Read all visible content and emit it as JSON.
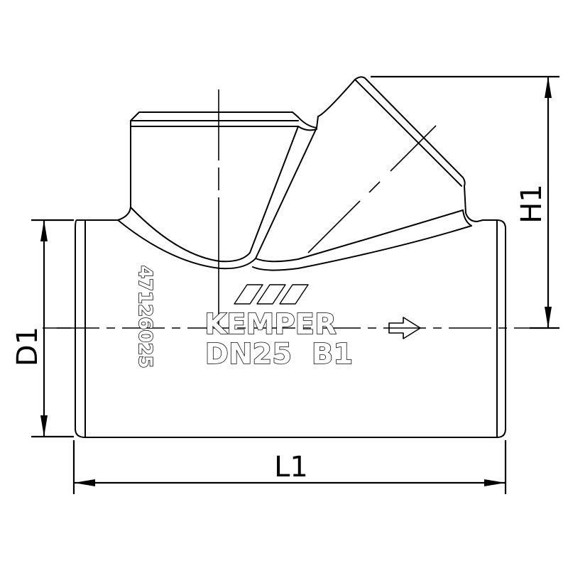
{
  "drawing": {
    "title": "KEMPER tee fitting technical drawing",
    "brand": "KEMPER",
    "marking": "DN25  B1",
    "article_number": "47126025",
    "colors": {
      "line": "#000000",
      "background": "#ffffff"
    }
  },
  "dimensions": {
    "length_label": "L1",
    "height_label": "H1",
    "diameter_label": "D1"
  },
  "symbols": {
    "flow_arrow": "flow-direction-arrow-icon",
    "logo": "kemper-stripes-logo-icon"
  }
}
